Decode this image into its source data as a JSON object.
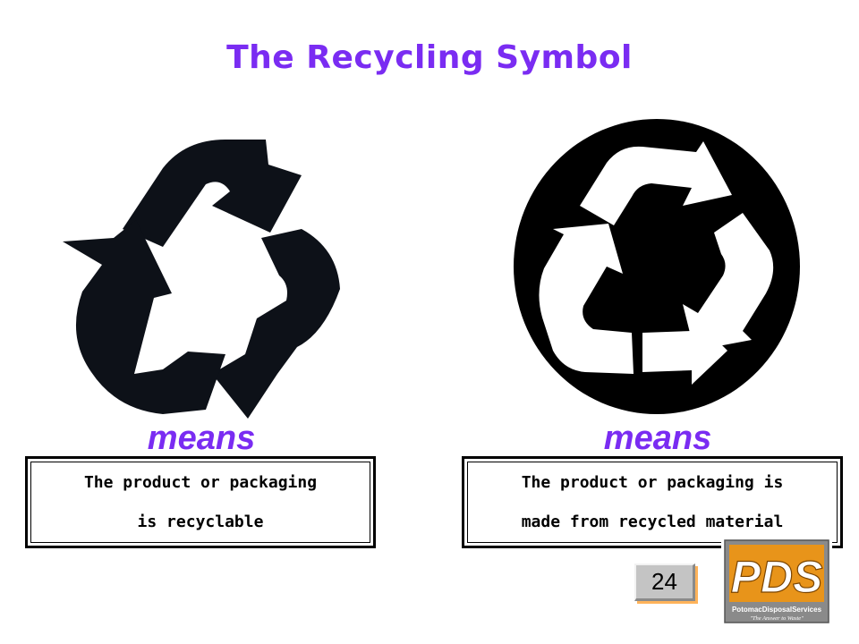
{
  "slide": {
    "title": "The Recycling Symbol",
    "page_number": "24"
  },
  "left": {
    "means_label": "means",
    "description_line1": "The product or packaging",
    "description_line2": "is recyclable",
    "icon": "recycling-arrows-icon"
  },
  "right": {
    "means_label": "means",
    "description_line1": "The product or packaging is",
    "description_line2": "made from recycled material",
    "icon": "recycled-content-circle-icon"
  },
  "logo": {
    "mark": "PDS",
    "company": "PotomacDisposalServices",
    "tagline": "\"The Answer to Waste\""
  },
  "colors": {
    "title": "#7a2cf2",
    "means": "#7a2cf2",
    "icon": "#0d1118",
    "logo_orange": "#e8941a",
    "logo_gray": "#8a8a8a"
  }
}
